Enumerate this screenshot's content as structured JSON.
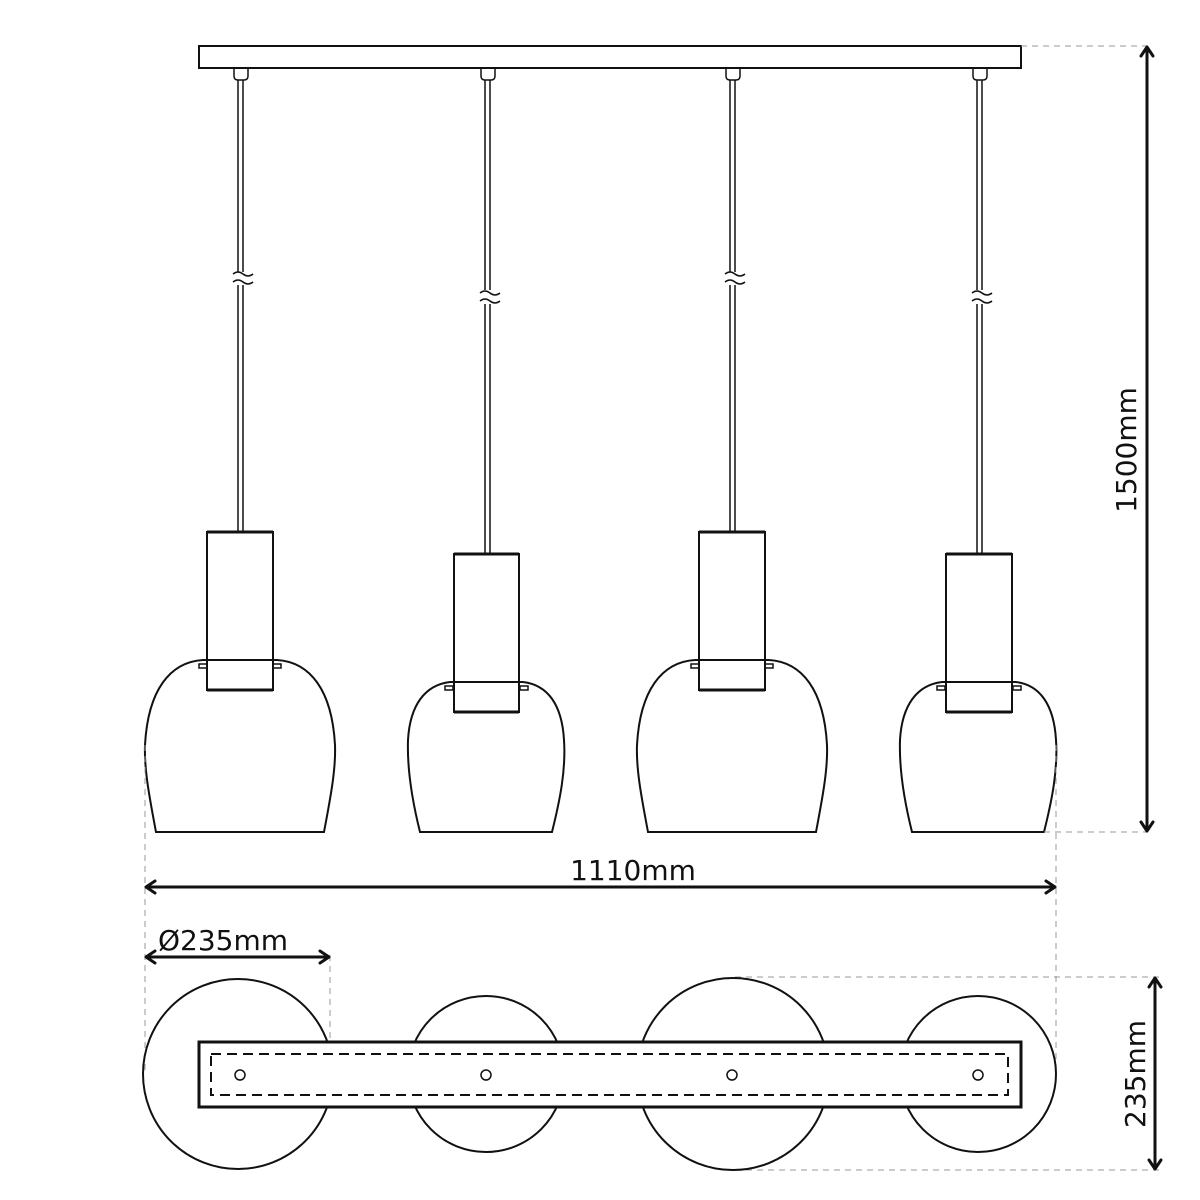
{
  "drawing": {
    "title": "4-light linear pendant technical drawing",
    "views": [
      "front-elevation",
      "top-plan"
    ]
  },
  "dimensions": {
    "height_label": "1500mm",
    "width_label": "1110mm",
    "shade_diameter_label": "Ø235mm",
    "canopy_depth_label": "235mm"
  },
  "pendants": [
    {
      "index": 1,
      "size": "large"
    },
    {
      "index": 2,
      "size": "small"
    },
    {
      "index": 3,
      "size": "large"
    },
    {
      "index": 4,
      "size": "small"
    }
  ],
  "colors": {
    "line": "#111111",
    "extension_line": "#999999",
    "background": "#ffffff"
  }
}
